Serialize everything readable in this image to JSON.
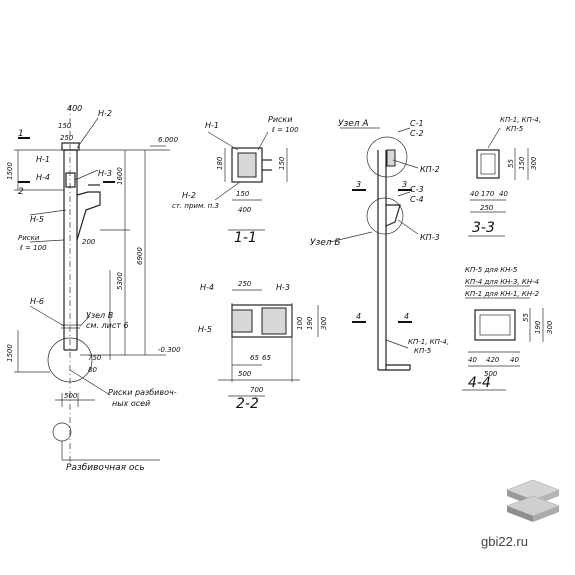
{
  "labels": {
    "n2": "Н-2",
    "n3": "Н-3",
    "n4": "Н-4",
    "n5": "Н-5",
    "n6": "Н-6",
    "n1": "Н-1",
    "n1_top": "Н-1",
    "n2_top": "Н-2",
    "n4_s22": "Н-4",
    "n3_s22": "Н-3",
    "n5_s22": "Н-5",
    "sec1": "1",
    "sec2": "2",
    "sec11": "1-1",
    "sec22": "2-2",
    "sec33": "3-3",
    "sec44": "4-4",
    "riski_e100_left": "Риски",
    "riski_e100_left2": "ℓ = 100",
    "riski_top": "Риски",
    "riski_top2": "ℓ = 100",
    "st_prim": "ст. прим. п.3",
    "uzel_v": "Узел В",
    "uzel_v2": "см. лист 6",
    "riski_razb": "Риски разбивоч-",
    "riski_razb2": "ных осей",
    "razb_os": "Разбивочная ось",
    "elev_top": "6.000",
    "elev_bot": "-0.300",
    "uzel_a": "Узел А",
    "uzel_b": "Узел Б",
    "c1": "С-1",
    "c2": "С-2",
    "c3": "С-3",
    "c4": "С-4",
    "kp2": "КП-2",
    "kp3": "КП-3",
    "kp_15": "КП-1, КП-4,",
    "kp_15b": "КП-5",
    "kp_33a": "КП-1, КП-4,",
    "kp_33b": "КП-5",
    "l3a": "3",
    "l3b": "3",
    "l4a": "4",
    "l4b": "4",
    "leg1": "КП-5   для КН-5",
    "leg2": "КП-4   для КН-3, КН-4",
    "leg3": "КП-1   для КН-1, КН-2",
    "d400": "400",
    "d150": "150",
    "d250": "250",
    "d1500": "1500",
    "d1600": "1600",
    "d5300": "5300",
    "d6900": "6900",
    "d200": "200",
    "d750": "750",
    "d80": "80",
    "d1500b": "1500",
    "d500": "500",
    "d180": "180",
    "d150s": "150",
    "d150s2": "150",
    "d400s": "400",
    "d250s": "250",
    "d700": "700",
    "d500s": "500",
    "d65": "65",
    "d65b": "65",
    "d100": "100",
    "d190": "190",
    "d300": "300",
    "d55": "55",
    "d150c": "150",
    "d300c": "300",
    "d250c": "250",
    "d40": "40",
    "d170": "170",
    "d40b": "40",
    "d40c": "40",
    "d420": "420",
    "d40d": "40",
    "d500c": "500",
    "d55b": "55",
    "d190b": "190",
    "d300d": "300"
  },
  "watermark": {
    "site": "gbi22.ru"
  },
  "colors": {
    "ink": "#111111",
    "paper": "#ffffff",
    "logo_top": "#c8c8c8",
    "logo_side": "#9a9a9a"
  }
}
